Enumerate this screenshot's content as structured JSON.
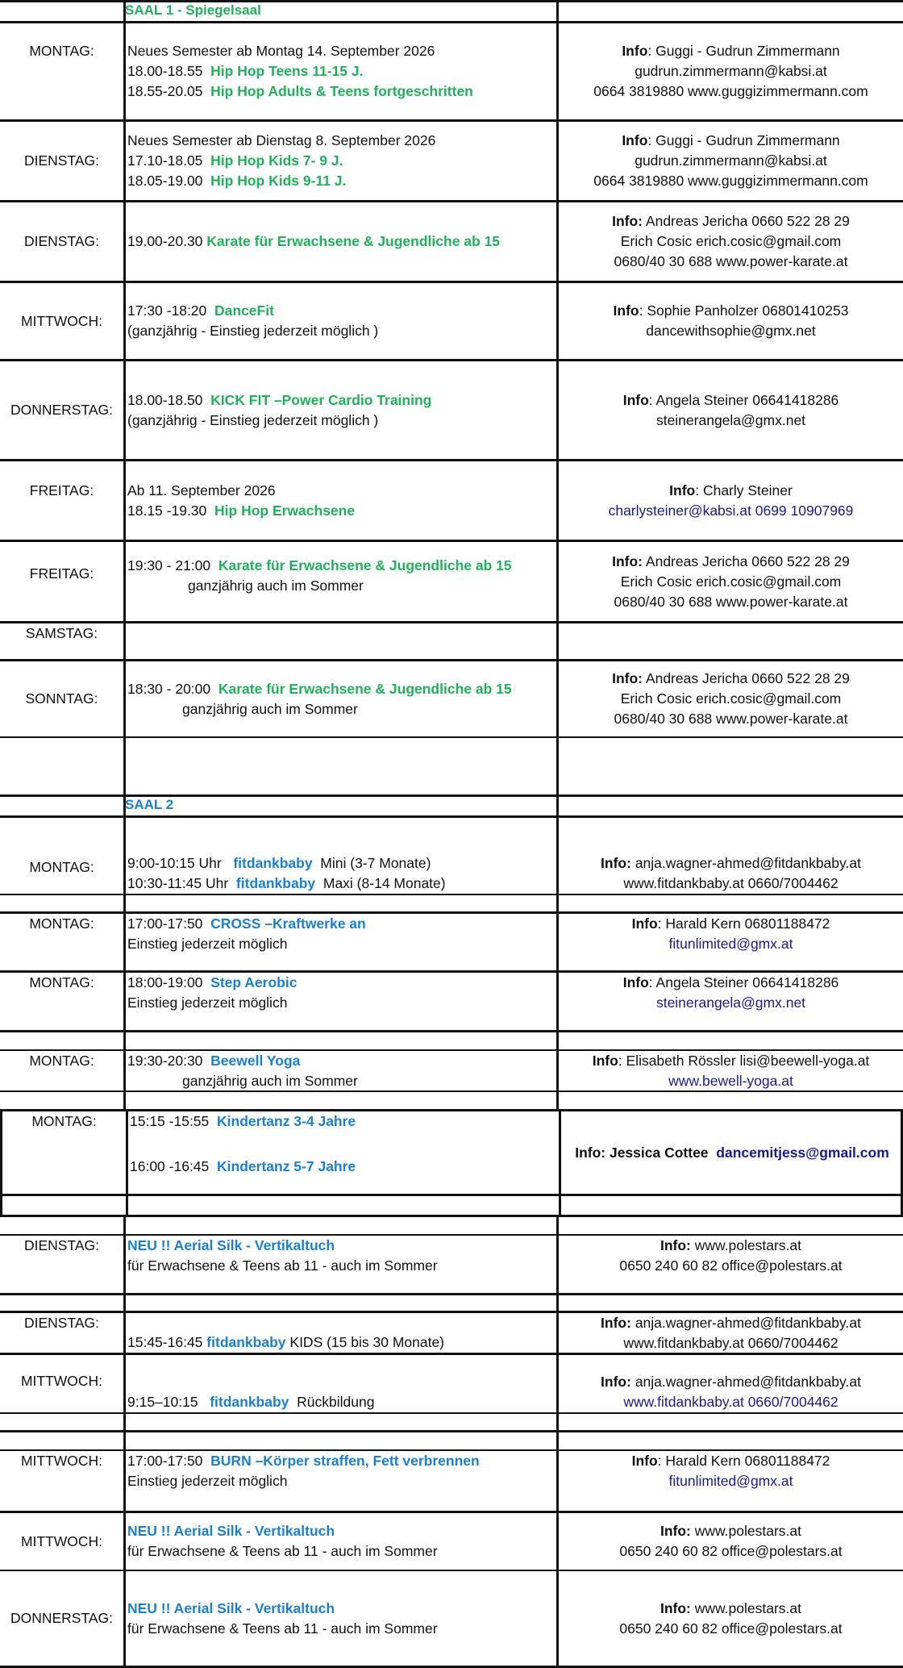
{
  "saal1": {
    "title": "SAAL 1 - Spiegelsaal",
    "rows": [
      {
        "day": "MONTAG:",
        "a1": "Neues Semester ab Montag 14. September 2026",
        "a2t": "18.00-18.55",
        "a2c": "Hip Hop Teens 11-15 J.",
        "a3t": "18.55-20.05",
        "a3c": "Hip Hop Adults & Teens fortgeschritten",
        "i1b": "Info",
        "i1": ": Guggi - Gudrun Zimmermann",
        "i2": "gudrun.zimmermann@kabsi.at",
        "i3": "0664 3819880  www.guggizimmermann.com"
      },
      {
        "day": "DIENSTAG:",
        "a1": "Neues Semester ab Dienstag 8. September  2026",
        "a2t": "17.10-18.05",
        "a2c": "Hip Hop Kids 7- 9 J.",
        "a3t": "18.05-19.00",
        "a3c": "Hip Hop Kids 9-11  J.",
        "i1b": "Info",
        "i1": ": Guggi - Gudrun Zimmermann",
        "i2": "gudrun.zimmermann@kabsi.at",
        "i3": "0664 3819880   www.guggizimmermann.com"
      },
      {
        "day": "DIENSTAG:",
        "a1t": "19.00-20.30",
        "a1c": "Karate für Erwachsene & Jugendliche  ab 15",
        "i1b": "Info:",
        "i1": " Andreas Jericha     0660 522 28 29",
        "i2": "Erich Cosic   erich.cosic@gmail.com",
        "i3": "0680/40 30 688      www.power-karate.at"
      },
      {
        "day": "MITTWOCH:",
        "a1t": "17:30 -18:20",
        "a1c": "DanceFit",
        "a2": "(ganzjährig - Einstieg jederzeit möglich )",
        "i1b": "Info",
        "i1": ": Sophie Panholzer     06801410253",
        "i2": "dancewithsophie@gmx.net"
      },
      {
        "day": "DONNERSTAG:",
        "a1t": "18.00-18.50",
        "a1c": "KICK FIT –Power Cardio Training",
        "a2": "(ganzjährig - Einstieg jederzeit möglich )",
        "i1b": "Info",
        "i1": ": Angela Steiner     06641418286",
        "i2": "steinerangela@gmx.net"
      },
      {
        "day": "FREITAG:",
        "a1": "Ab 11. September  2026",
        "a2t": "18.15 -19.30",
        "a2c": "Hip Hop  Erwachsene",
        "i1b": "Info",
        "i1": ": Charly Steiner",
        "i2": "charlysteiner@kabsi.at     0699 10907969"
      },
      {
        "day": "FREITAG:",
        "a1t": "19:30 - 21:00",
        "a1c": "Karate für Erwachsene & Jugendliche  ab 15",
        "a2": "ganzjährig auch im Sommer",
        "i1b": "Info:",
        "i1": " Andreas Jericha     0660 522 28 29",
        "i2": "Erich Cosic   erich.cosic@gmail.com",
        "i3": "0680/40 30 688      www.power-karate.at"
      },
      {
        "day": "SAMSTAG:"
      },
      {
        "day": "SONNTAG:",
        "a1t": "18:30 - 20:00",
        "a1c": "Karate für Erwachsene & Jugendliche  ab 15",
        "a2": "ganzjährig auch im Sommer",
        "i1b": "Info:",
        "i1": " Andreas Jericha     0660 522 28 29",
        "i2": "Erich Cosic   erich.cosic@gmail.com",
        "i3": "0680/40 30 688      www.power-karate.at"
      }
    ]
  },
  "saal2": {
    "title": "SAAL  2",
    "rows": [
      {
        "day": "MONTAG:",
        "a1t": "9:00-10:15 Uhr",
        "a1c": "fitdankbaby",
        "a1r": "Mini (3-7 Monate)",
        "a2t": "10:30-11:45 Uhr",
        "a2c": "fitdankbaby",
        "a2r": "Maxi  (8-14  Monate)",
        "i1b": "Info:",
        "i1": " anja.wagner-ahmed@fitdankbaby.at",
        "i2": "www.fitdankbaby.at    0660/7004462"
      },
      {
        "day": "MONTAG:",
        "a1t": "17:00-17:50",
        "a1c": "CROSS –Kraftwerke an",
        "a2": "Einstieg jederzeit möglich",
        "i1b": "Info",
        "i1": ": Harald Kern  06801188472",
        "i2": "fitunlimited@gmx.at"
      },
      {
        "day": "MONTAG:",
        "a1t": "18:00-19:00",
        "a1c": "Step Aerobic",
        "a2": "Einstieg jederzeit möglich",
        "i1b": "Info",
        "i1": ": Angela Steiner 06641418286",
        "i2": "steinerangela@gmx.net"
      },
      {
        "day": "MONTAG:",
        "a1t": "19:30-20:30",
        "a1c": "Beewell Yoga",
        "a2": "ganzjährig auch im Sommer",
        "i1b": "Info",
        "i1": ": Elisabeth Rössler  lisi@beewell-yoga.at",
        "i2": "www.bewell-yoga.at"
      },
      {
        "day": "MONTAG:",
        "a1t": "15:15 -15:55",
        "a1c": "Kindertanz 3-4 Jahre",
        "a2t": "16:00 -16:45",
        "a2c": "Kindertanz 5-7 Jahre",
        "i1b": "Info: Jessica Cottee",
        "i1e": "dancemitjess@gmail.com"
      },
      {
        "day": "DIENSTAG:",
        "a1c": "NEU !! Aerial Silk - Vertikaltuch",
        "a2": "für Erwachsene & Teens ab 11  - auch im Sommer",
        "i1b": "Info:",
        "i1": " www.polestars.at",
        "i2": "0650 240 60 82      office@polestars.at"
      },
      {
        "day": "DIENSTAG:",
        "a2t": "15:45-16:45",
        "a2c": "fitdankbaby",
        "a2r": "KIDS (15 bis 30 Monate)",
        "i1b": "Info:",
        "i1": " anja.wagner-ahmed@fitdankbaby.at",
        "i2": "www.fitdankbaby.at    0660/7004462"
      },
      {
        "day": "MITTWOCH:",
        "a2t": "9:15–10:15",
        "a2c": "fitdankbaby",
        "a2r": "Rückbildung",
        "i1b": "Info:",
        "i1": " anja.wagner-ahmed@fitdankbaby.at",
        "i2": "www.fitdankbaby.at    0660/7004462"
      },
      {
        "day": "MITTWOCH:",
        "a1t": "17:00-17:50",
        "a1c": "BURN –Körper straffen, Fett verbrennen",
        "a2": "Einstieg jederzeit möglich",
        "i1b": "Info",
        "i1": ": Harald Kern  06801188472",
        "i2": "fitunlimited@gmx.at"
      },
      {
        "day": "MITTWOCH:",
        "a1c": "NEU !! Aerial Silk - Vertikaltuch",
        "a2": "für Erwachsene & Teens ab 11  - auch im Sommer",
        "i1b": "Info:",
        "i1": " www.polestars.at",
        "i2": "0650 240 60 82      office@polestars.at"
      },
      {
        "day": "DONNERSTAG:",
        "a1c": "NEU !! Aerial Silk - Vertikaltuch",
        "a2": "für Erwachsene & Teens ab 11  - auch im Sommer",
        "i1b": "Info:",
        "i1": " www.polestars.at",
        "i2": "0650 240 60 82      office@polestars.at"
      }
    ]
  }
}
